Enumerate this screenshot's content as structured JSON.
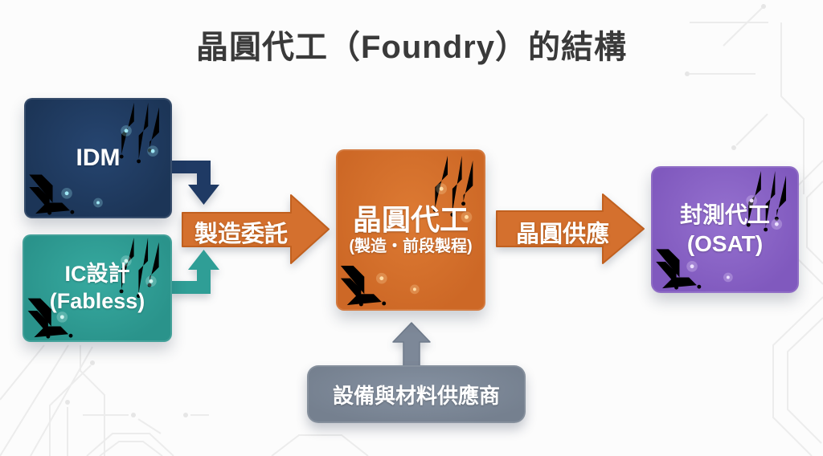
{
  "title": "晶圓代工（Foundry）的結構",
  "title_color": "#3a3a3a",
  "background_color": "#fcfcfc",
  "boxes": {
    "idm": {
      "label": "IDM",
      "color": "#1f3a64"
    },
    "fabless": {
      "line1": "IC設計",
      "line2": "(Fabless)",
      "color": "#2f9e96"
    },
    "foundry": {
      "line1": "晶圓代工",
      "line2": "(製造・前段製程)",
      "color": "#d4702e"
    },
    "osat": {
      "line1": "封測代工",
      "line2": "(OSAT)",
      "color": "#8a63c6"
    },
    "suppliers": {
      "label": "設備與材料供應商",
      "color": "#7d8898"
    }
  },
  "arrows": {
    "commission": {
      "label": "製造委託",
      "color": "#d4702e"
    },
    "supply": {
      "label": "晶圓供應",
      "color": "#d4702e"
    },
    "idm_to_foundry": {
      "color": "#1f3a64"
    },
    "fabless_to_foundry": {
      "color": "#2f9e96"
    },
    "suppliers_to_foundry": {
      "color": "#7d8898"
    }
  }
}
